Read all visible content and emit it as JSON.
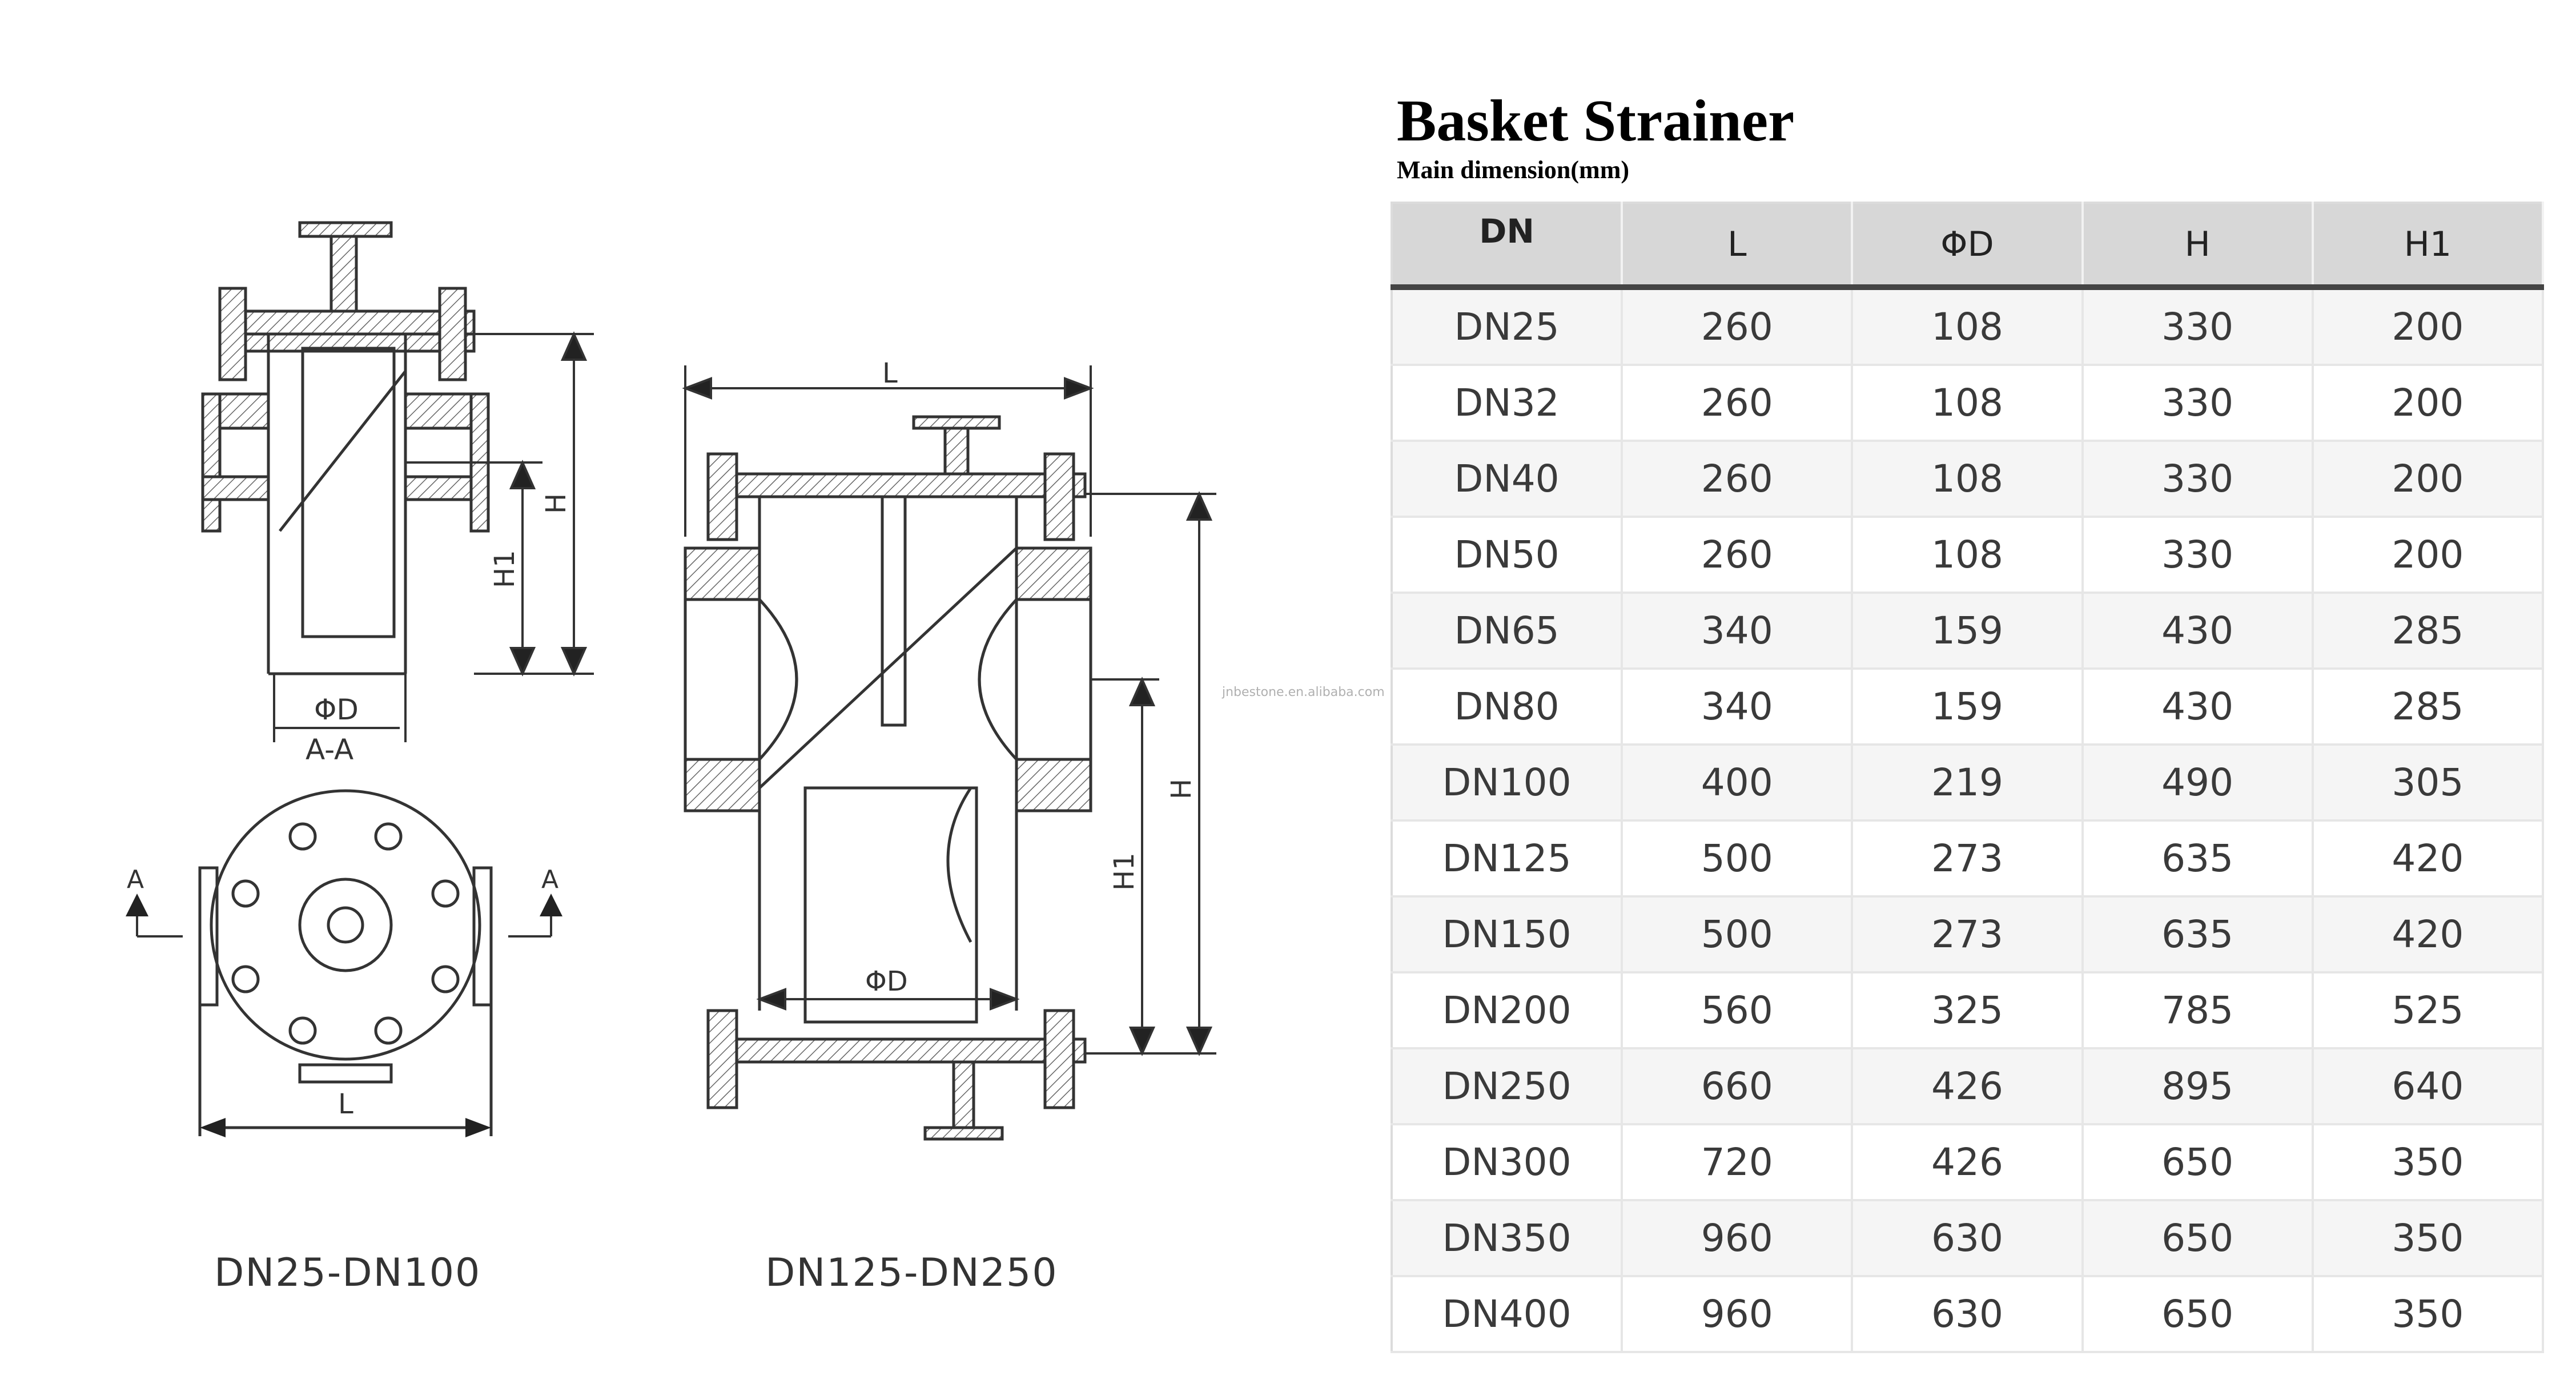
{
  "title": "Basket Strainer",
  "subtitle": "Main dimension(mm)",
  "watermark": "jnbestone.en.alibaba.com",
  "drawings": {
    "left_caption": "DN25-DN100",
    "right_caption": "DN125-DN250",
    "labels": {
      "H": "H",
      "H1": "H1",
      "PhiD": "ΦD",
      "section": "A-A",
      "A": "A",
      "L": "L"
    }
  },
  "table": {
    "headers": [
      "DN",
      "L",
      "ΦD",
      "H",
      "H1"
    ],
    "rows": [
      [
        "DN25",
        "260",
        "108",
        "330",
        "200"
      ],
      [
        "DN32",
        "260",
        "108",
        "330",
        "200"
      ],
      [
        "DN40",
        "260",
        "108",
        "330",
        "200"
      ],
      [
        "DN50",
        "260",
        "108",
        "330",
        "200"
      ],
      [
        "DN65",
        "340",
        "159",
        "430",
        "285"
      ],
      [
        "DN80",
        "340",
        "159",
        "430",
        "285"
      ],
      [
        "DN100",
        "400",
        "219",
        "490",
        "305"
      ],
      [
        "DN125",
        "500",
        "273",
        "635",
        "420"
      ],
      [
        "DN150",
        "500",
        "273",
        "635",
        "420"
      ],
      [
        "DN200",
        "560",
        "325",
        "785",
        "525"
      ],
      [
        "DN250",
        "660",
        "426",
        "895",
        "640"
      ],
      [
        "DN300",
        "720",
        "426",
        "650",
        "350"
      ],
      [
        "DN350",
        "960",
        "630",
        "650",
        "350"
      ],
      [
        "DN400",
        "960",
        "630",
        "650",
        "350"
      ]
    ]
  }
}
